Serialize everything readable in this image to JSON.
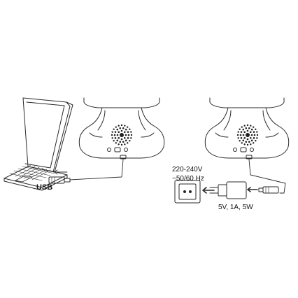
{
  "labels": {
    "usb": "USB",
    "voltage_line1": "220-240V",
    "voltage_line2": "~50/60 Hz",
    "adapter_output": "5V, 1A, 5W"
  },
  "colors": {
    "stroke": "#2a2a2a",
    "body_fill": "#ffffff",
    "speaker_dot": "#222222"
  },
  "icons": [
    "laptop-icon",
    "usb-plug-icon",
    "toy-back-icon",
    "speaker-icon",
    "wall-socket-icon",
    "power-adapter-icon",
    "arrow-left-icon"
  ]
}
